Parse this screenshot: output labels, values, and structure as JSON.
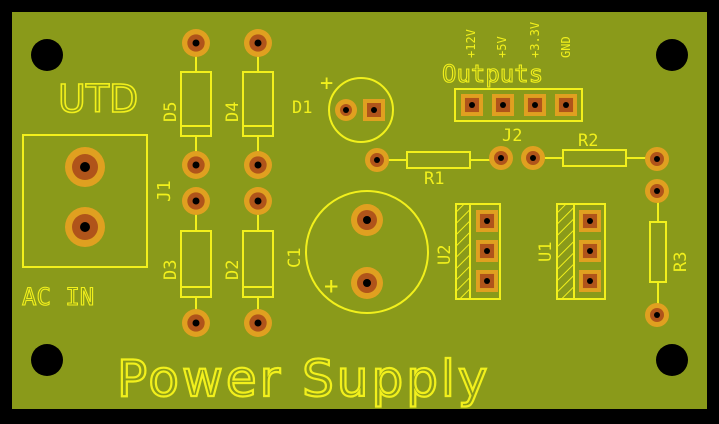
{
  "board": {
    "title": "Power Supply",
    "brand": "UTD",
    "outputs_title": "Outputs",
    "ac_in_label": "AC IN",
    "colors": {
      "background": "#000000",
      "substrate": "#8a9a1a",
      "silkscreen": "#f2f01c",
      "copper_ring": "#e0a020",
      "pad_inner": "#b0541a",
      "drill": "#000000"
    }
  },
  "labels": {
    "j1": "J1",
    "j2": "J2",
    "d1": "D1",
    "d2": "D2",
    "d3": "D3",
    "d4": "D4",
    "d5": "D5",
    "c1": "C1",
    "r1": "R1",
    "r2": "R2",
    "r3": "R3",
    "u1": "U1",
    "u2": "U2",
    "plus_c1": "+",
    "plus_d1": "+"
  },
  "output_pins": [
    "+12V",
    "+5V",
    "+3.3V",
    "GND"
  ]
}
